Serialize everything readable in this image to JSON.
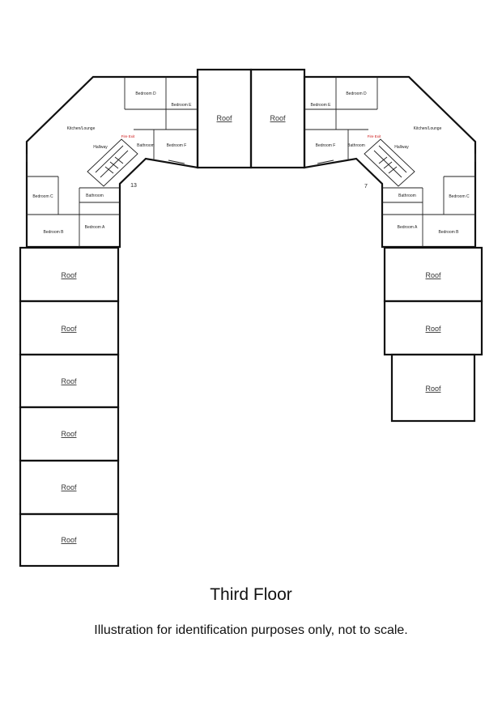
{
  "floor_title": "Third Floor",
  "disclaimer": "Illustration for identification purposes only, not to scale.",
  "roof_label": "Roof",
  "fire_exit_label": "Fire Exit",
  "left_wing": {
    "unit_number": "13",
    "rooms": {
      "kitchen": "Kitchen/Lounge",
      "hallway": "Hallway",
      "bedroom_a": "Bedroom A",
      "bedroom_b": "Bedroom B",
      "bedroom_c": "Bedroom C",
      "bedroom_d": "Bedroom D",
      "bedroom_e": "Bedroom E",
      "bedroom_f": "Bedroom F",
      "bathroom_1": "Bathroom",
      "bathroom_2": "Bathroom"
    }
  },
  "right_wing": {
    "unit_number": "7",
    "rooms": {
      "kitchen": "Kitchen/Lounge",
      "hallway": "Hallway",
      "bedroom_a": "Bedroom A",
      "bedroom_b": "Bedroom B",
      "bedroom_c": "Bedroom C",
      "bedroom_d": "Bedroom D",
      "bedroom_e": "Bedroom E",
      "bedroom_f": "Bedroom F",
      "bathroom_1": "Bathroom",
      "bathroom_2": "Bathroom"
    }
  }
}
